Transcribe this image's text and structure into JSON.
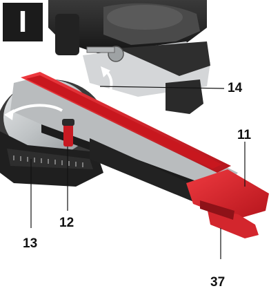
{
  "figure": {
    "step": "I",
    "callouts": {
      "n14": "14",
      "n11": "11",
      "n12": "12",
      "n13": "13",
      "n37": "37"
    }
  },
  "colors": {
    "accent": "#d6202a",
    "accent_dark": "#8e1218",
    "body": "#2a2a2a",
    "metal": "#c9ccce"
  }
}
